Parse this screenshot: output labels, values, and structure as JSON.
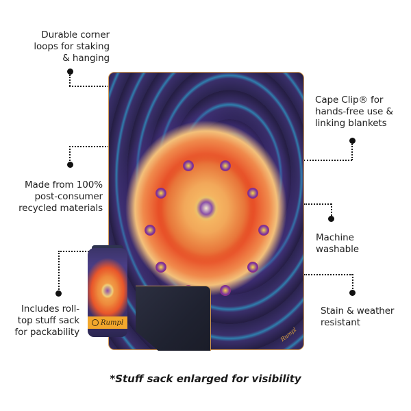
{
  "product": {
    "type": "puffy blanket",
    "brand": "Rumpl",
    "pattern": "tie-dye mandala"
  },
  "callouts": [
    {
      "id": "corner-loops",
      "text": "Durable corner loops for staking & hanging",
      "lines": [
        "Durable corner",
        "loops for staking",
        "& hanging"
      ],
      "side": "left"
    },
    {
      "id": "recycled",
      "text": "Made from 100% post-consumer recycled materials",
      "lines": [
        "Made from 100%",
        "post-consumer",
        "recycled materials"
      ],
      "side": "left"
    },
    {
      "id": "stuff-sack",
      "text": "Includes roll-top stuff sack for packability",
      "lines": [
        "Includes roll-",
        "top stuff sack",
        "for packability"
      ],
      "side": "left"
    },
    {
      "id": "cape-clip",
      "text": "Cape Clip® for hands-free use & linking blankets",
      "lines": [
        "Cape Clip® for",
        "hands-free use &",
        "linking blankets"
      ],
      "side": "right"
    },
    {
      "id": "washable",
      "text": "Machine washable",
      "lines": [
        "Machine",
        "washable"
      ],
      "side": "right"
    },
    {
      "id": "stain",
      "text": "Stain & weather resistant",
      "lines": [
        "Stain & weather",
        "resistant"
      ],
      "side": "right"
    }
  ],
  "footnote": "*Stuff sack enlarged for visibility",
  "colors": {
    "accent_trim": "#d39a52",
    "sack_band": "#f2a72c",
    "text": "#1a1a1a"
  }
}
